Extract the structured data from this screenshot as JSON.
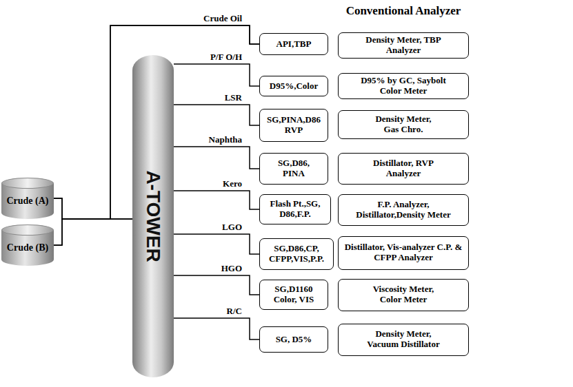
{
  "diagram": {
    "nodes": [
      {
        "text": [
          "Crude (A)"
        ]
      },
      {
        "text": [
          "Crude (B)"
        ]
      },
      {
        "text": [
          "A-TOWER"
        ]
      },
      {
        "text": [
          "API,TBP"
        ]
      },
      {
        "text": [
          "Density Meter, TBP Analyzer"
        ]
      },
      {
        "text": [
          "D95%,Color"
        ]
      },
      {
        "text": [
          "D95% by GC, Saybolt Color Meter"
        ]
      },
      {
        "text": [
          "SG,PINA,D86 RVP"
        ]
      },
      {
        "text": [
          "Density Meter, Gas Chro."
        ]
      },
      {
        "text": [
          "SG,D86, PINA"
        ]
      },
      {
        "text": [
          "Distillator, RVP Analyzer"
        ]
      },
      {
        "text": [
          "Flash Pt.,SG, D86,F.P."
        ]
      },
      {
        "text": [
          "F.P. Analyzer, Distillator,Density Meter"
        ]
      },
      {
        "text": [
          "SG,D86,CP, CFPP,VIS,P.P."
        ]
      },
      {
        "text": [
          "Distillator, Vis-analyzer C.P. & CFPP Analyzer"
        ]
      },
      {
        "text": [
          "SG,D1160 Color, VIS"
        ]
      },
      {
        "text": [
          "Viscosity Meter, Color Meter"
        ]
      },
      {
        "text": [
          "SG, D5%"
        ]
      },
      {
        "text": [
          "Density Meter, Vacuum Distillator"
        ]
      }
    ],
    "edges": [
      {
        "from": 0,
        "to": 2,
        "arrow": "none"
      },
      {
        "from": 1,
        "to": 2,
        "arrow": "none"
      },
      {
        "from": 0,
        "to": 3,
        "label": "Crude Oil",
        "arrow": "none"
      },
      {
        "from": 1,
        "to": 3,
        "arrow": "none"
      },
      {
        "from": 2,
        "to": 5,
        "label": "P/F O/H",
        "arrow": "none"
      },
      {
        "from": 2,
        "to": 7,
        "label": "LSR",
        "arrow": "none"
      },
      {
        "from": 2,
        "to": 9,
        "label": "Naphtha",
        "arrow": "none"
      },
      {
        "from": 2,
        "to": 11,
        "label": "Kero",
        "arrow": "none"
      },
      {
        "from": 2,
        "to": 13,
        "label": "LGO",
        "arrow": "none"
      },
      {
        "from": 2,
        "to": 15,
        "label": "HGO",
        "arrow": "none"
      },
      {
        "from": 2,
        "to": 17,
        "label": "R/C",
        "arrow": "none"
      }
    ],
    "labels": [
      "Conventional Analyzer"
    ]
  }
}
